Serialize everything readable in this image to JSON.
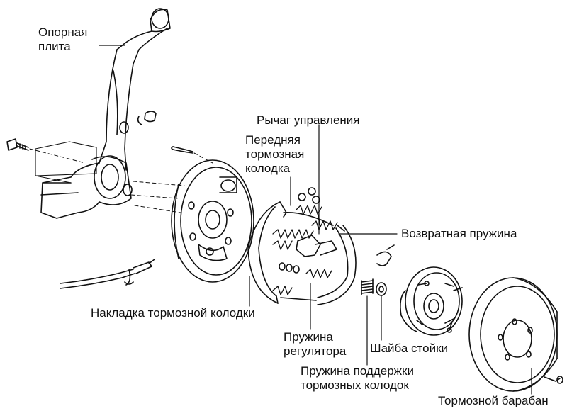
{
  "labels": {
    "opornaya_plita": "Опорная\nплита",
    "rychag": "Рычаг управления",
    "perednyaya_kolodka": "Передняя\nтормозная\nколодка",
    "vozvratnaya_pruzhina": "Возвратная пружина",
    "nakladka": "Накладка тормозной колодки",
    "pruzhina_regulyatora": "Пружина\nрегулятора",
    "shayba_stoyki": "Шайба стойки",
    "pruzhina_podderzhki": "Пружина поддержки\nтормозных колодок",
    "tormoznoy_baraban": "Тормозной барабан"
  },
  "colors": {
    "ink": "#111111",
    "paper": "#ffffff"
  }
}
